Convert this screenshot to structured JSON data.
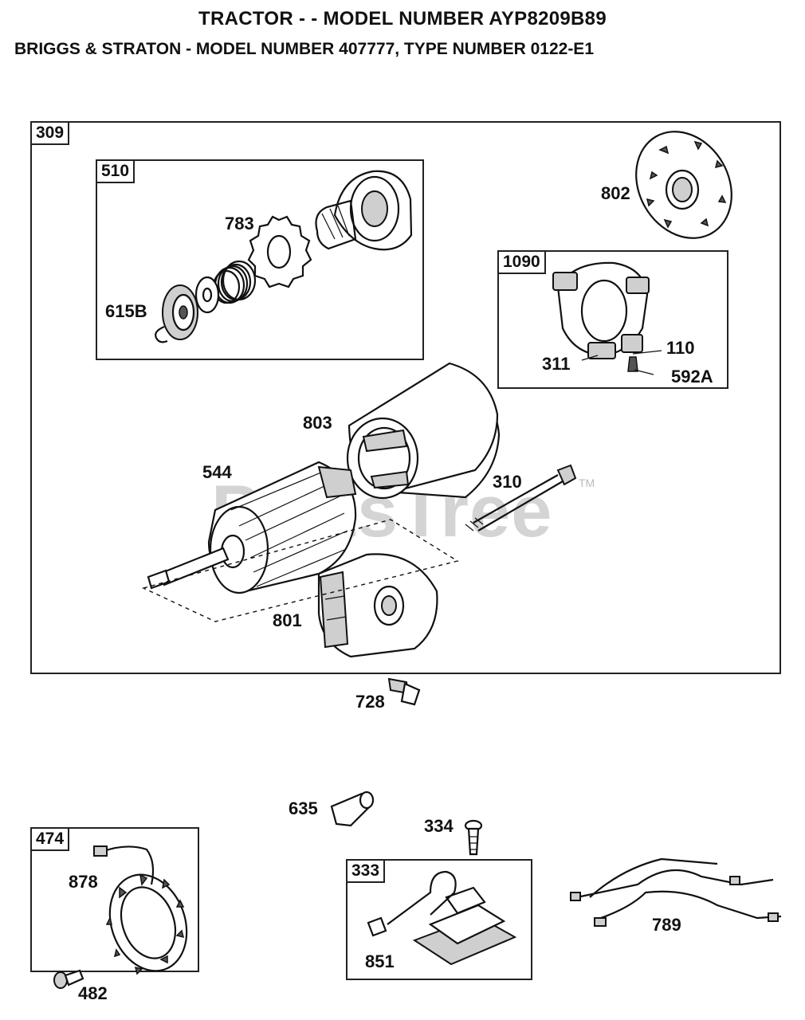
{
  "header": {
    "title": "TRACTOR - - MODEL NUMBER AYP8209B89",
    "subtitle": "BRIGGS & STRATON - MODEL NUMBER 407777, TYPE NUMBER 0122-E1"
  },
  "watermark": {
    "text": "PartsTree",
    "trademark": "TM"
  },
  "groups": [
    {
      "id": "309"
    },
    {
      "id": "510"
    },
    {
      "id": "1090"
    },
    {
      "id": "474"
    },
    {
      "id": "333"
    }
  ],
  "callouts": [
    "783",
    "615B",
    "802",
    "311",
    "110",
    "592A",
    "803",
    "544",
    "310",
    "801",
    "728",
    "635",
    "334",
    "878",
    "851",
    "789",
    "482"
  ]
}
